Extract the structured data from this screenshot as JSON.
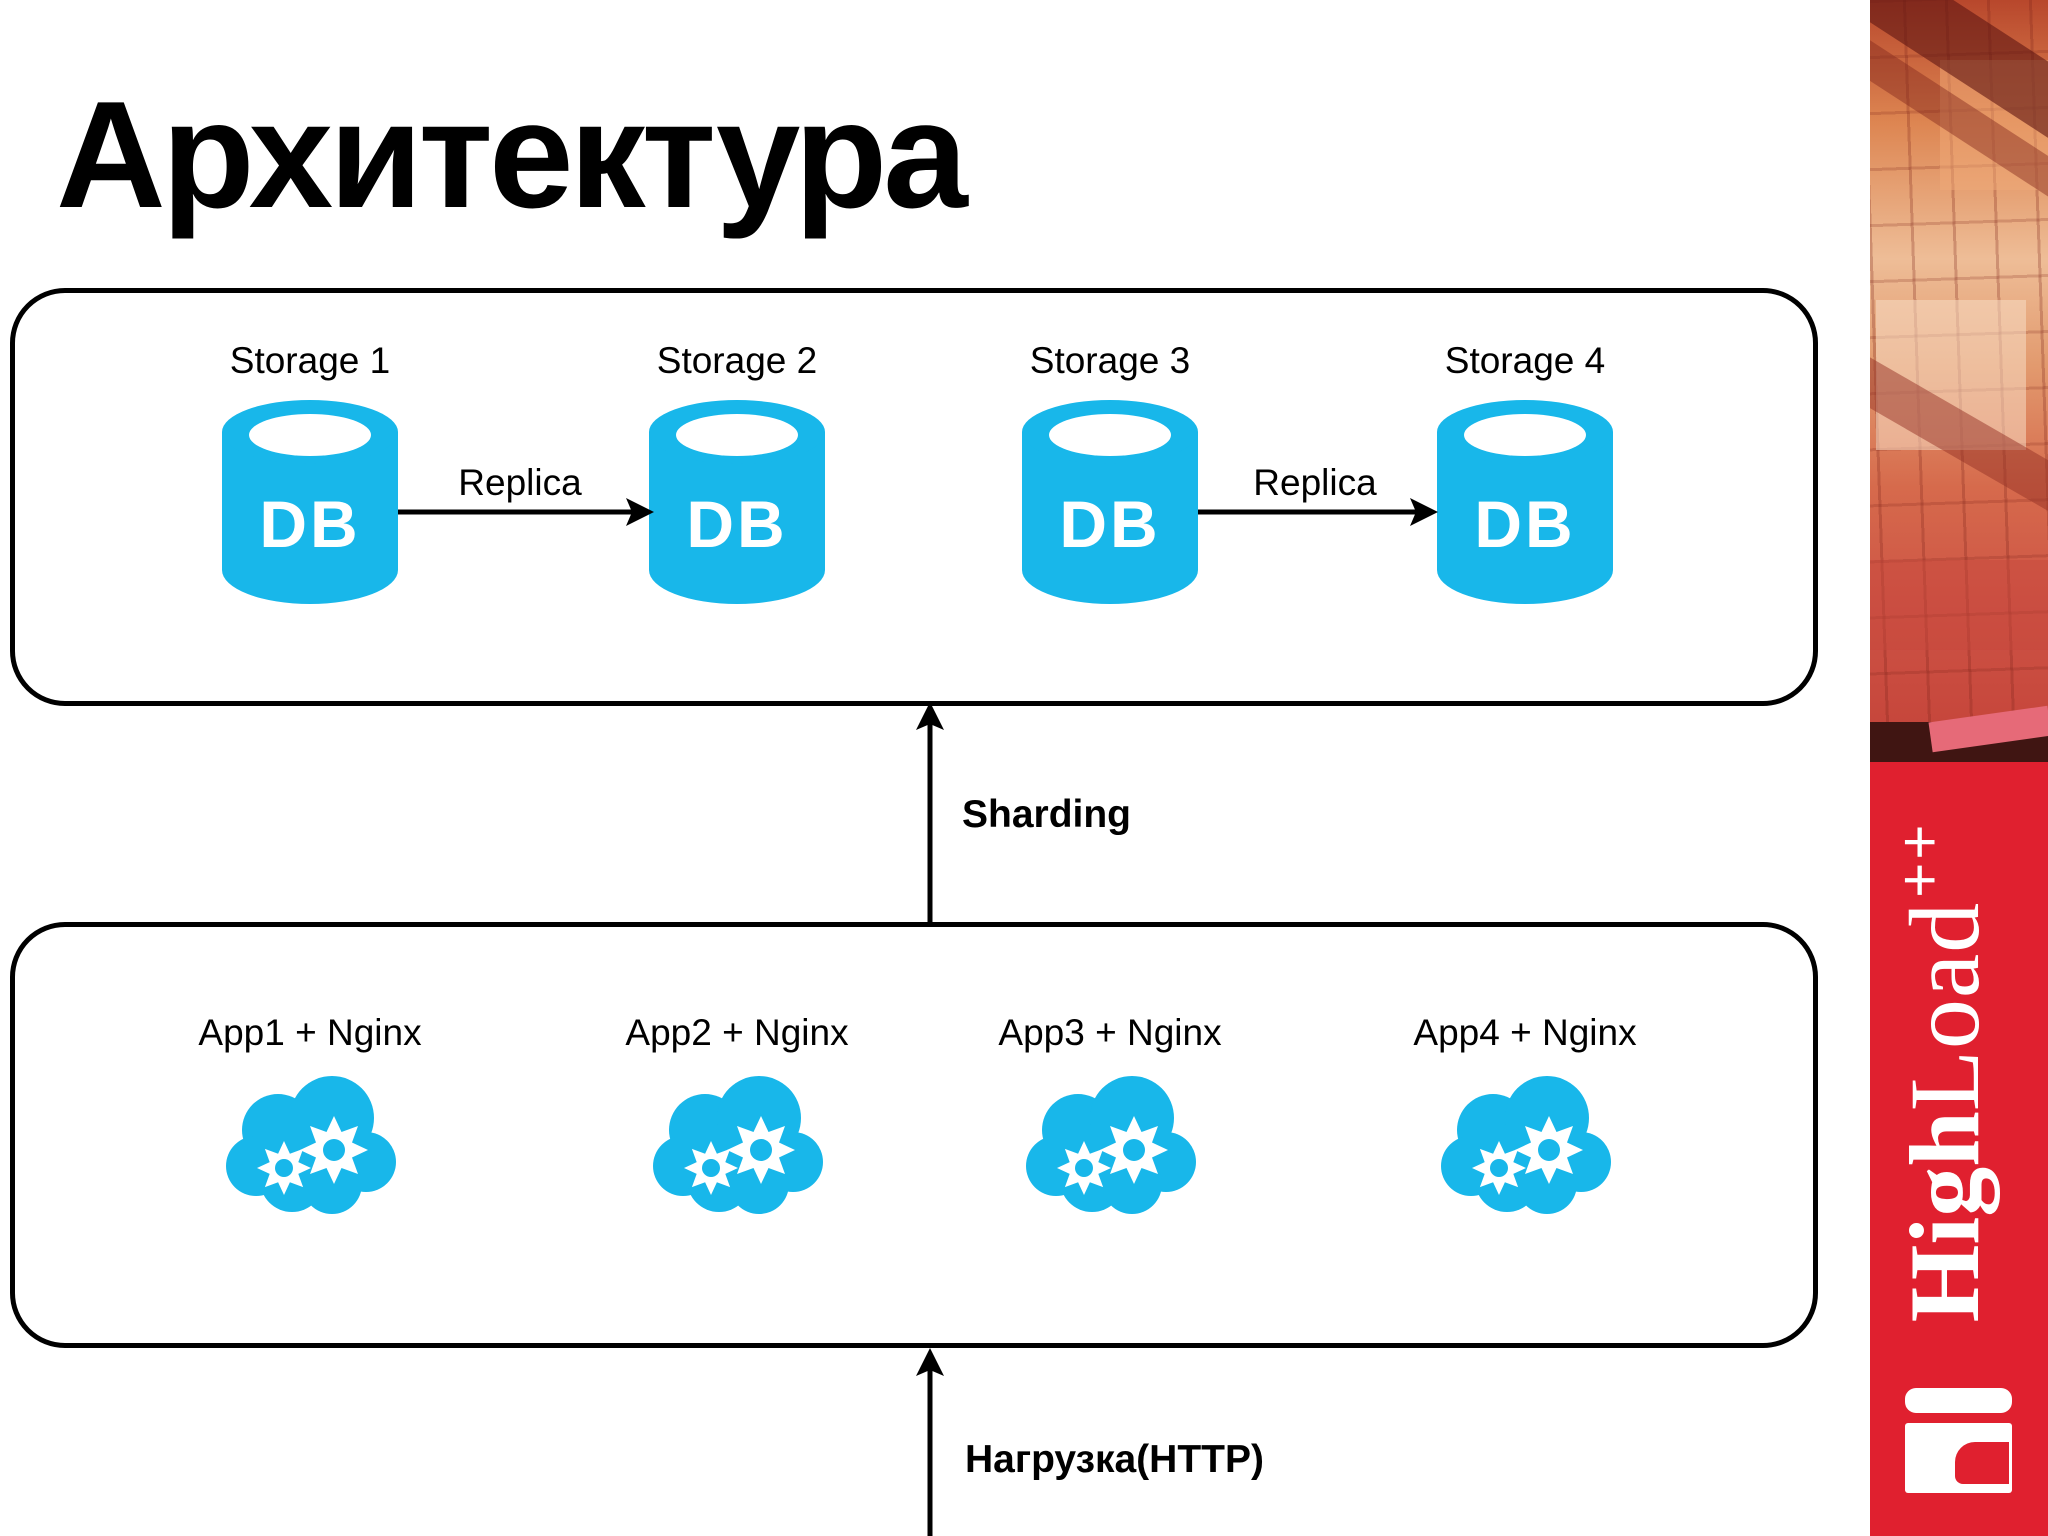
{
  "colors": {
    "cyan": "#18b7ea",
    "red": "#e0202f"
  },
  "slide": {
    "title": "Архитектура",
    "db_label": "DB",
    "storage_nodes": [
      {
        "label": "Storage 1",
        "icon": "database-cylinder"
      },
      {
        "label": "Storage 2",
        "icon": "database-cylinder"
      },
      {
        "label": "Storage 3",
        "icon": "database-cylinder"
      },
      {
        "label": "Storage 4",
        "icon": "database-cylinder"
      }
    ],
    "replica_links": [
      {
        "label": "Replica",
        "from": "Storage 1",
        "to": "Storage 2"
      },
      {
        "label": "Replica",
        "from": "Storage 3",
        "to": "Storage 4"
      }
    ],
    "app_nodes": [
      {
        "label": "App1 + Nginx",
        "icon": "cloud-gears"
      },
      {
        "label": "App2 + Nginx",
        "icon": "cloud-gears"
      },
      {
        "label": "App3 + Nginx",
        "icon": "cloud-gears"
      },
      {
        "label": "App4 + Nginx",
        "icon": "cloud-gears"
      }
    ],
    "sharding_label": "Sharding",
    "load_label": "Нагрузка(HTTP)"
  },
  "branding": {
    "wordmark": {
      "high": "High",
      "load": "Load",
      "plus": "++"
    }
  }
}
